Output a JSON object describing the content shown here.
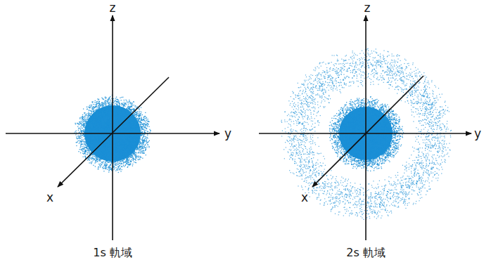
{
  "diagram": {
    "labels": [
      "z",
      "y",
      "x",
      "1s 軌域",
      "z",
      "y",
      "x",
      "2s 軌域"
    ]
  }
}
